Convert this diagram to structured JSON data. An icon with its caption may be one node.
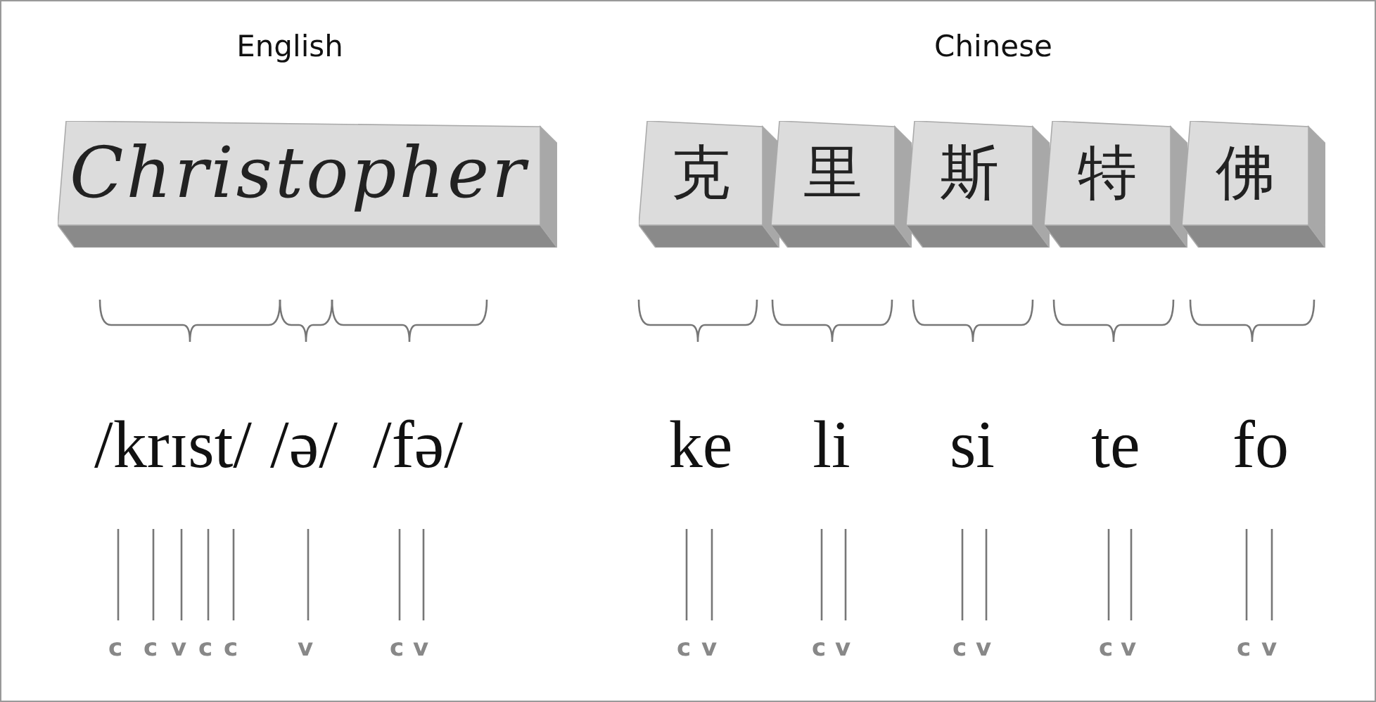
{
  "diagram": {
    "nodes": [
      {
        "text": [
          "Christopher"
        ]
      },
      {
        "text": [
          "克"
        ]
      },
      {
        "text": [
          "里"
        ]
      },
      {
        "text": [
          "斯"
        ]
      },
      {
        "text": [
          "特"
        ]
      },
      {
        "text": [
          "佛"
        ]
      }
    ],
    "labels": [
      "English",
      "Chinese",
      "/krɪst/",
      "/ə/",
      "/fə/",
      "ke",
      "li",
      "si",
      "te",
      "fo",
      "c",
      "c",
      "v",
      "c",
      "c",
      "v",
      "c",
      "v",
      "c",
      "v",
      "c",
      "v",
      "c",
      "v",
      "c",
      "v",
      "c",
      "v"
    ]
  }
}
